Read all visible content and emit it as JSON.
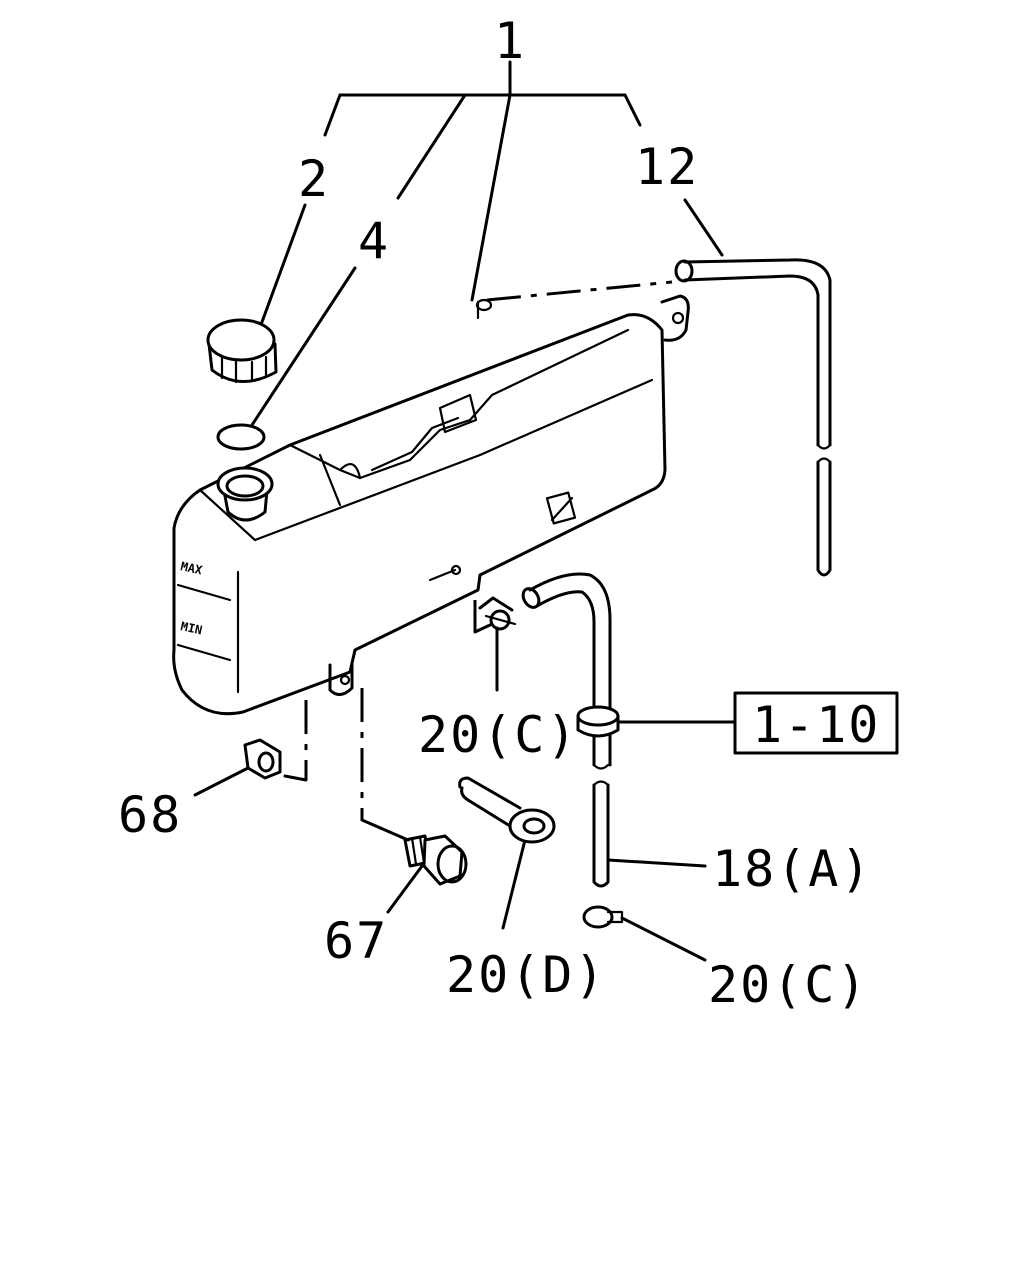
{
  "labels": {
    "l1": "1",
    "l2": "2",
    "l4": "4",
    "l12": "12",
    "l68": "68",
    "l67": "67",
    "l20c_a": "20(C)",
    "l20c_b": "20(C)",
    "l20d": "20(D)",
    "l18a": "18(A)",
    "l110": "1-10"
  },
  "tank_marks": {
    "max": "MAX",
    "min": "MIN"
  }
}
